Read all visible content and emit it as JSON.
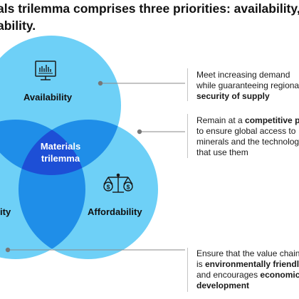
{
  "headline": {
    "line1": "als trilemma comprises three priorities: availability, a",
    "line2": "ability."
  },
  "colors": {
    "circle_light": "#6ed0f7",
    "overlap_mid": "#1f8ee8",
    "center": "#1d4fd6",
    "connector": "#8a8a8a",
    "dot": "#777777"
  },
  "diagram": {
    "center_line1": "Materials",
    "center_line2": "trilemma",
    "availability_label": "Availability",
    "affordability_label": "Affordability",
    "sustainability_label_partial": "ity",
    "availability_icon": "monitor-chart-icon",
    "affordability_icon": "balance-scale-dollar-icon"
  },
  "notes": {
    "availability": {
      "line1": "Meet increasing demand",
      "line2": "while guaranteeing regional",
      "line3_bold": "security of supply"
    },
    "affordability": {
      "line1_plain": "Remain at a ",
      "line1_bold": "competitive pric",
      "line2": "to ensure global access to",
      "line3": "minerals and the technologie",
      "line4": "that use them"
    },
    "sustainability": {
      "line1": "Ensure that the value chain",
      "line2_plain": "is ",
      "line2_bold": "environmentally friendly",
      "line3_plain": "and encourages ",
      "line3_bold": "economic",
      "line4_bold": "development"
    }
  }
}
